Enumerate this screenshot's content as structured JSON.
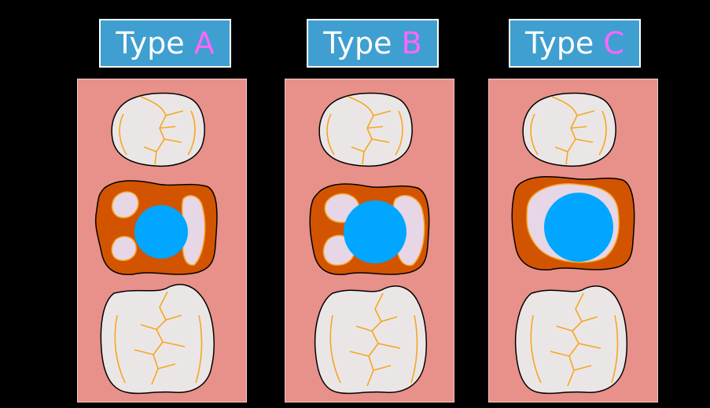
{
  "panels": [
    {
      "label_word": "Type",
      "label_letter": "A",
      "pattern": "A"
    },
    {
      "label_word": "Type",
      "label_letter": "B",
      "pattern": "B"
    },
    {
      "label_word": "Type",
      "label_letter": "C",
      "pattern": "C"
    }
  ],
  "colors": {
    "background": "#000000",
    "title_box": "#3f9fd0",
    "title_letter": "#ff66ff",
    "gum": "#e8908a",
    "tooth": "#ebe6e6",
    "fissure": "#f5a623",
    "affected_tooth": "#d35400",
    "soft_areas": "#e6d6e6",
    "implant_circle": "#00a6ff"
  }
}
